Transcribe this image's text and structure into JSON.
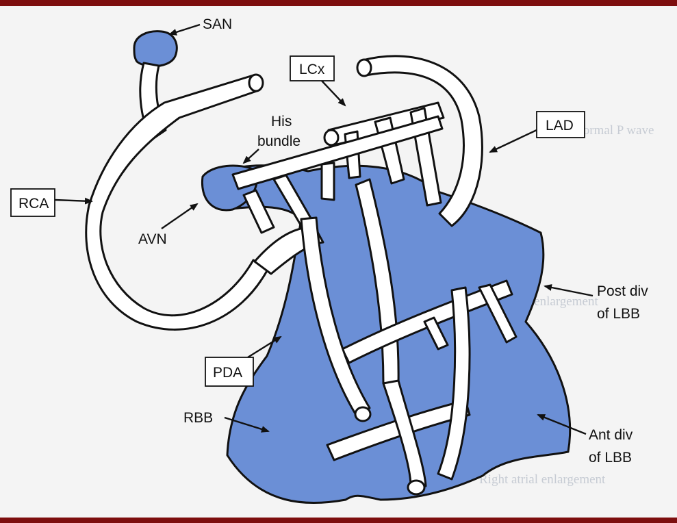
{
  "colors": {
    "frame": "#7d0e0e",
    "tissue": "#6b8fd6",
    "vessel": "#ffffff",
    "outline": "#111111",
    "background": "#f4f4f4"
  },
  "labels": {
    "san": "SAN",
    "lcx": "LCx",
    "his_line1": "His",
    "his_line2": "bundle",
    "lad": "LAD",
    "rca": "RCA",
    "avn": "AVN",
    "post_div_line1": "Post div",
    "post_div_line2": "of LBB",
    "pda": "PDA",
    "rbb": "RBB",
    "ant_div_line1": "Ant div",
    "ant_div_line2": "of LBB"
  },
  "background_text": {
    "normal_p_wave": "Normal P wave",
    "left_atrial": "Left atrial enlargement",
    "right_atrial": "Right atrial enlargement"
  }
}
